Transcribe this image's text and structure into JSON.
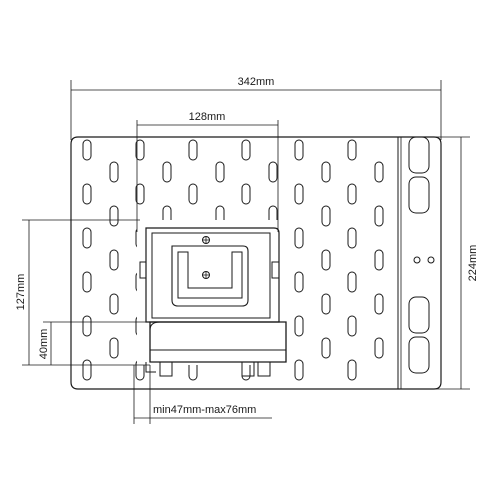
{
  "diagram": {
    "dimensions": {
      "overall_width": "342mm",
      "mount_width": "128mm",
      "overall_height": "224mm",
      "mount_height": "127mm",
      "shelf_height": "40mm",
      "depth_range": "min47mm-max76mm"
    }
  }
}
